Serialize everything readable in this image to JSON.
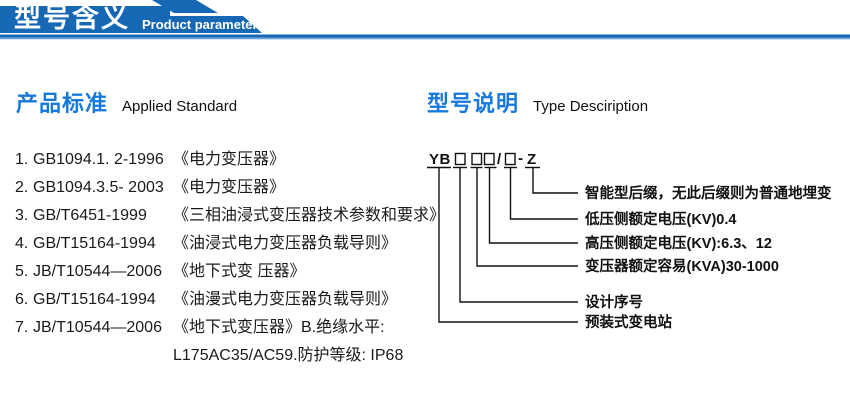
{
  "colors": {
    "banner_blue": "#1668b5",
    "underline_light_blue": "#6ba3d6",
    "title_blue": "#1779dd",
    "text_black": "#111111"
  },
  "header": {
    "title_cn": "型号含义",
    "title_en": "Product parameters"
  },
  "applied_standard": {
    "title_cn": "产品标准",
    "title_en": "Applied Standard",
    "items": [
      {
        "num": "1.",
        "code": "GB1094.1. 2-1996",
        "desc": "《电力变压器》"
      },
      {
        "num": "2.",
        "code": "GB1094.3.5- 2003",
        "desc": "《电力变压器》"
      },
      {
        "num": "3.",
        "code": "GB/T6451-1999",
        "desc": "《三相油浸式变压器技术参数和要求》"
      },
      {
        "num": "4.",
        "code": "GB/T15164-1994",
        "desc": "《油浸式电力变压器负载导则》"
      },
      {
        "num": "5.",
        "code": "JB/T10544—2006",
        "desc": "《地下式变 压器》"
      },
      {
        "num": "6.",
        "code": "GB/T15164-1994",
        "desc": "《油漫式电力变压器负载导则》"
      },
      {
        "num": "7.",
        "code": "JB/T10544—2006",
        "desc": "《地下式变压器》B.绝缘水平:"
      }
    ],
    "continuation": "L175AC35/AC59.防护等级: IP68"
  },
  "type_description": {
    "title_cn": "型号说明",
    "title_en": "Type Desciription",
    "model_code": {
      "prefix": "YB",
      "slash": "/",
      "dash": "-",
      "suffix": "Z"
    },
    "labels": [
      "智能型后缀，无此后缀则为普通地埋变",
      "低压侧额定电压(KV)0.4",
      "高压侧额定电压(KV):6.3、12",
      "变压器额定容易(KVA)30-1000",
      "设计序号",
      "预装式变电站"
    ]
  }
}
